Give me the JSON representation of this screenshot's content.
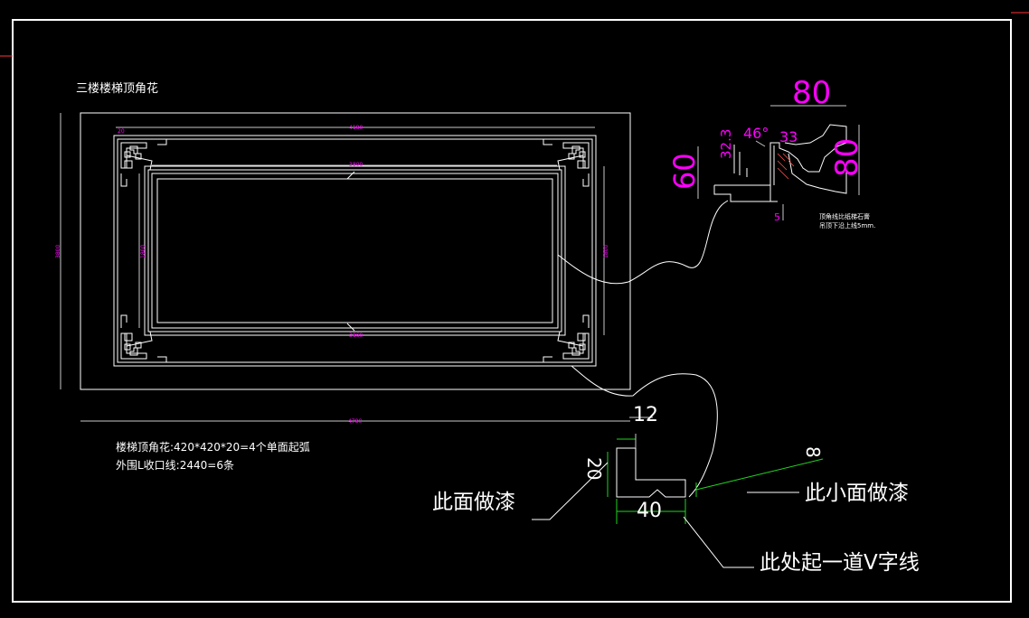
{
  "drawing": {
    "title": "三楼楼梯顶角花",
    "notes": [
      "楼梯顶角花:420*420*20=4个单面起弧",
      "外围L收口线:2440=6条"
    ],
    "dims": {
      "outer_width": "4780",
      "inner_width": "4180",
      "panel_width": "3800",
      "panel_width_bottom": "3860",
      "outer_height": "3800",
      "inner_height": "1800",
      "right_height": "1800",
      "corner_small": "20"
    },
    "profile": {
      "d80_top": "80",
      "d80_right": "80",
      "d60": "60",
      "d32": "32.3",
      "d46": "46°",
      "d33": "33",
      "d5": "5",
      "note_line1": "顶角线比纸梯石膏",
      "note_line2": "吊顶下沿上线5mm."
    },
    "l_section": {
      "d12": "12",
      "d8": "8",
      "d20": "20",
      "d40": "40",
      "label_left": "此面做漆",
      "label_right": "此小面做漆",
      "label_bottom": "此处起一道V字线"
    },
    "colors": {
      "background": "#000000",
      "line": "#ffffff",
      "dimension": "#ff00ff",
      "leader": "#21d321"
    }
  }
}
